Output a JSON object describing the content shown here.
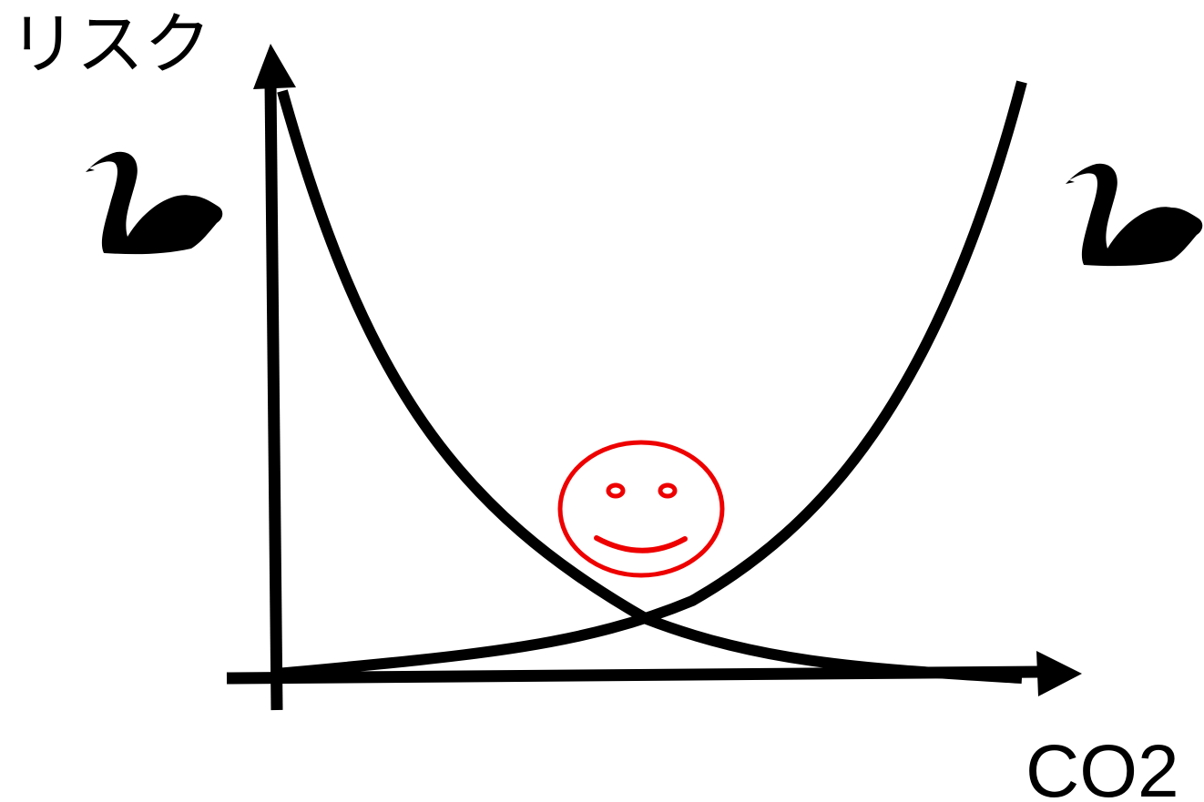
{
  "axes": {
    "y_label": "リスク",
    "x_label": "CO2"
  },
  "curves": [
    {
      "id": "decreasing-risk-curve",
      "shape": "decreasing"
    },
    {
      "id": "increasing-risk-curve",
      "shape": "increasing"
    }
  ],
  "icons": {
    "left_swan": "black-swan-icon",
    "right_swan": "black-swan-icon",
    "optimum": "smiley-face-icon"
  },
  "colors": {
    "ink": "#000000",
    "smiley": "#ee0000",
    "background": "#ffffff"
  }
}
